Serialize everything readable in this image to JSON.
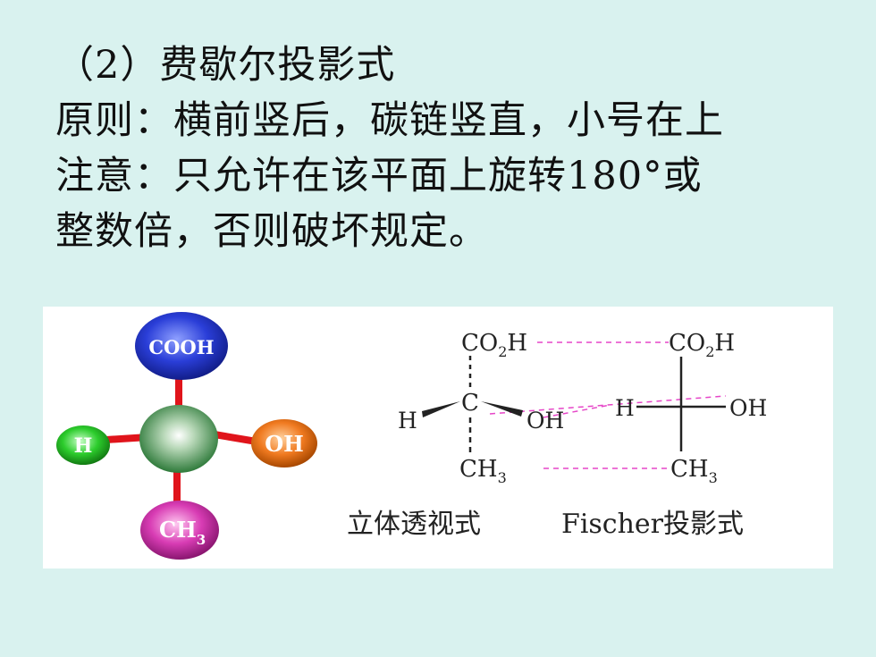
{
  "heading": "（2）费歇尔投影式",
  "principle": "原则：横前竖后，碳链竖直，小号在上",
  "note_line1": "注意：只允许在该平面上旋转180°或",
  "note_line2": "整数倍，否则破坏规定。",
  "ball_model": {
    "top": "COOH",
    "left": "H",
    "right": "OH",
    "bottom_main": "CH",
    "bottom_sub": "3"
  },
  "wedge_formula": {
    "top_main": "CO",
    "top_sub": "2",
    "top_end": "H",
    "center": "C",
    "left": "H",
    "right": "OH",
    "bottom_main": "CH",
    "bottom_sub": "3"
  },
  "fischer_formula": {
    "top_main": "CO",
    "top_sub": "2",
    "top_end": "H",
    "left": "H",
    "right": "OH",
    "bottom_main": "CH",
    "bottom_sub": "3"
  },
  "captions": {
    "wedge": "立体透视式",
    "fischer": "Fischer投影式"
  },
  "colors": {
    "background": "#d9f2ef",
    "bond_red": "#e0141b",
    "ball_cooh": "#2233cc",
    "ball_h": "#22bb22",
    "ball_oh": "#e8701a",
    "ball_ch3": "#cc33aa",
    "ball_center": "#3a8a3a",
    "dash_pink": "#e646c8"
  }
}
